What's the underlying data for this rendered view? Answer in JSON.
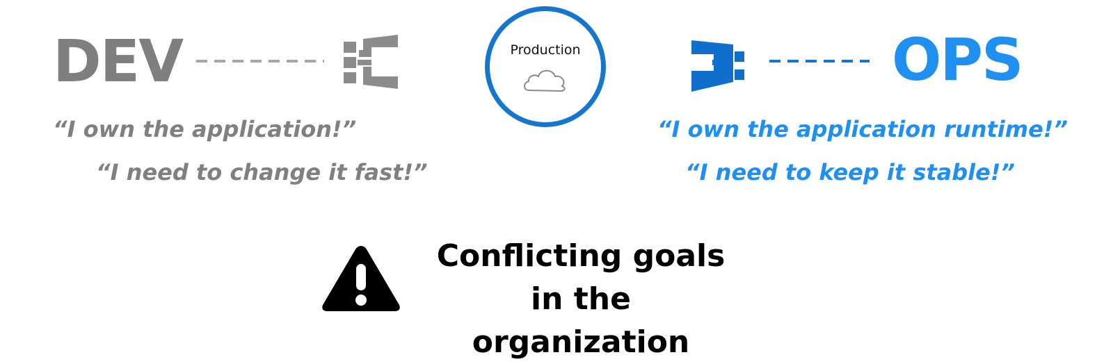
{
  "dev": {
    "label": "DEV",
    "quote_1": "“I own the application!”",
    "quote_2": "“I need to change it fast!”",
    "color": "#7f7f7f"
  },
  "ops": {
    "label": "OPS",
    "quote_1": "“I own the application runtime!”",
    "quote_2": "“I need to keep it stable!”",
    "color": "#1f8ff0"
  },
  "production": {
    "label": "Production",
    "icon": "cloud-icon",
    "ring_color": "#1476cf"
  },
  "conflict": {
    "line_1": "Conflicting goals",
    "line_2": "in the organization",
    "icon": "warning-icon"
  }
}
